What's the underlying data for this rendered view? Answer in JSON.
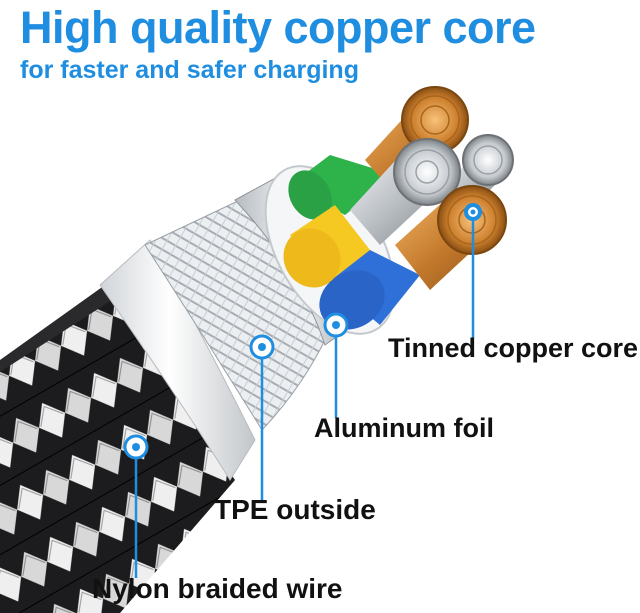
{
  "header": {
    "title": "High quality copper core",
    "subtitle": "for faster and safer charging"
  },
  "callouts": {
    "tinned": "Tinned copper core",
    "foil": "Aluminum foil",
    "tpe": "TPE outside",
    "nylon": "Nylon braided wire"
  },
  "colors": {
    "accent": "#1f8ee0",
    "wire_green": "#2db34a",
    "wire_yellow": "#f6c822",
    "wire_blue": "#2f6fd8",
    "wire_copper": "#d98f3a",
    "wire_silver": "#c8cdd2",
    "braid_dark": "#1c1c1e",
    "braid_light": "#f2f2f2"
  },
  "icons": [
    "callout-marker-icon"
  ]
}
